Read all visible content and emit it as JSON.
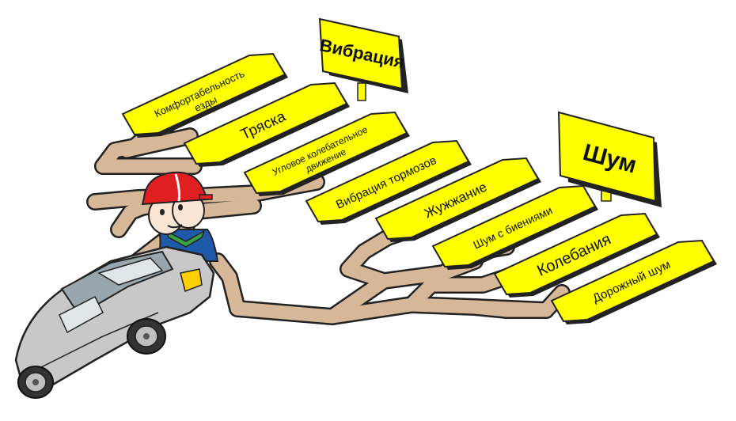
{
  "signs": {
    "vibration": "Вибрация",
    "noise": "Шум"
  },
  "boards": {
    "ride_comfort": [
      "Комфортабельность",
      "езды"
    ],
    "shake": "Тряска",
    "angular_vibration": [
      "Угловое колебательное",
      "движение"
    ],
    "brake_vibration": "Вибрация тормозов",
    "buzz": "Жужжание",
    "beat_noise": "Шум с биениями",
    "oscillation": "Колебания",
    "road_noise": "Дорожный шум"
  },
  "colors": {
    "board": "#ffff00",
    "path": "#d6b899",
    "outline": "#222222",
    "car": "#c8c8c8",
    "helmet": "#e02020"
  },
  "icons": [
    "mechanic-illustration",
    "car-illustration"
  ]
}
